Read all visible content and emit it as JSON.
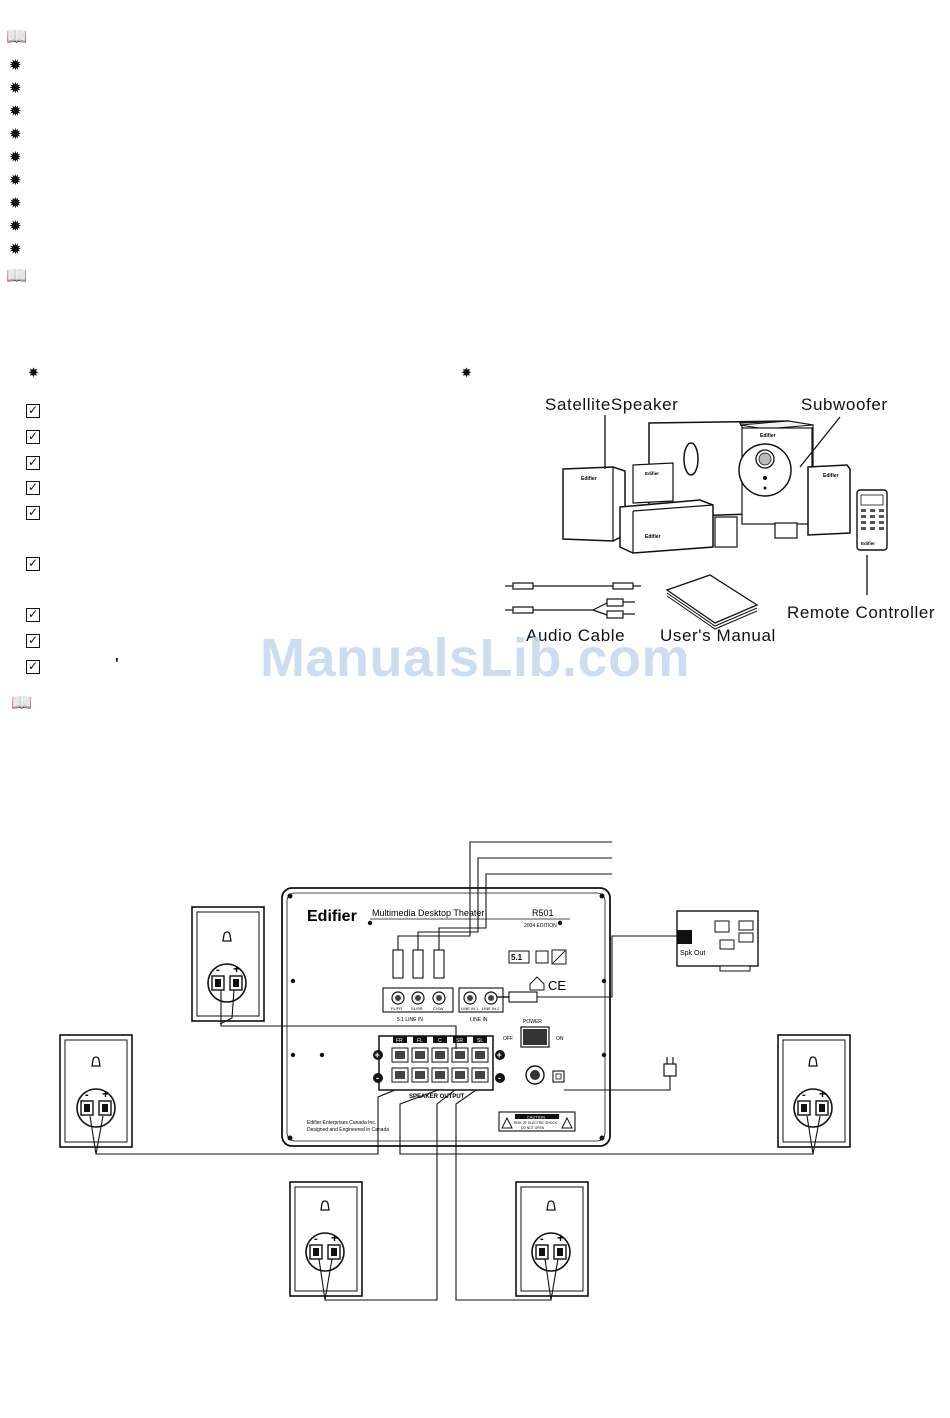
{
  "product_figure": {
    "satellite_label": "SatelliteSpeaker",
    "subwoofer_label": "Subwoofer",
    "remote_label": "Remote Controller",
    "cable_label": "Audio Cable",
    "manual_label": "User's Manual",
    "speaker_brand": "Edifier"
  },
  "watermark": "ManualsLib.com",
  "stray_mark": "'",
  "icons": {
    "book": "book-icon",
    "star": "star-bullet-icon",
    "dot": "dot-bullet-icon",
    "check": "checkbox-checked-icon"
  },
  "diagram": {
    "brand": "Edifier",
    "panel_title": "Multimedia Desktop Theater",
    "model": "R501",
    "edition": "2004 EDITION",
    "input_labels": [
      "FL/FR",
      "SL/SR",
      "C/SW"
    ],
    "line_in_5_1": "5.1  LINE  IN",
    "line_in_labels": [
      "LINE IN 1",
      "LINE IN 2"
    ],
    "line_in": "LINE  IN",
    "power": "POWER",
    "off": "OFF",
    "on": "ON",
    "terminal_labels": [
      "FR",
      "FL",
      "C",
      "SR",
      "SL"
    ],
    "speaker_output": "SPEAKER OUTPUT",
    "company": "Edifier Enterprises Canada Inc.",
    "designed": "Designed and Engineered in Canada",
    "caution": "CAUTION",
    "caution_sub1": "RISK OF ELECTRIC SHOCK",
    "caution_sub2": "DO NOT OPEN",
    "logo_5_1": "5.1",
    "ce": "CE",
    "spk_out": "Spk Out",
    "plus": "+",
    "minus": "-"
  }
}
